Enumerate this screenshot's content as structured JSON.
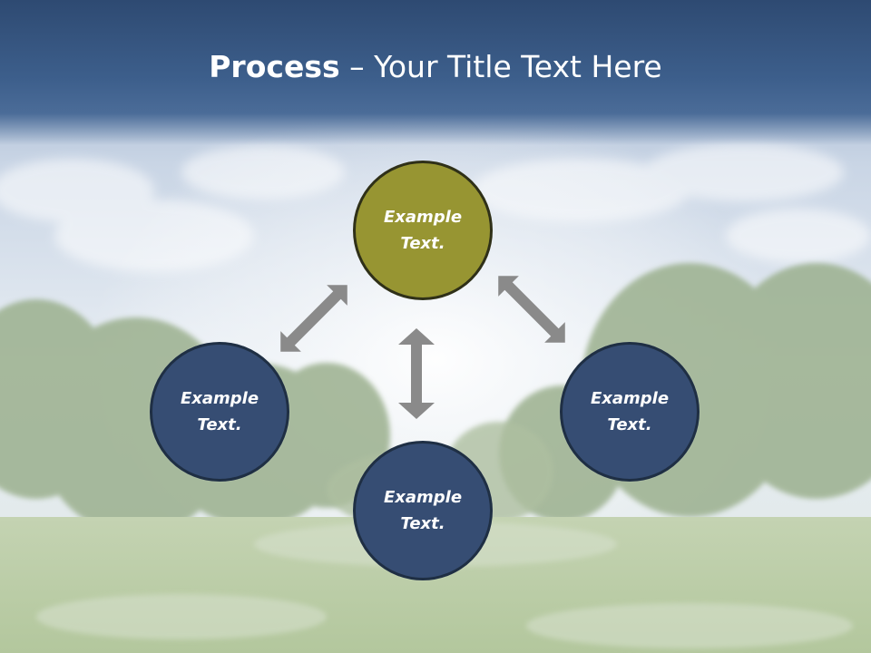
{
  "title": {
    "strong": "Process",
    "rest": " – Your Title Text Here"
  },
  "nodes": {
    "top": "Example\nText.",
    "left": "Example\nText.",
    "right": "Example\nText.",
    "bottom": "Example\nText."
  },
  "colors": {
    "header": "#3d5f8c",
    "accent_node": "#979532",
    "primary_node": "#364d73",
    "arrow": "#8c8c8c"
  }
}
